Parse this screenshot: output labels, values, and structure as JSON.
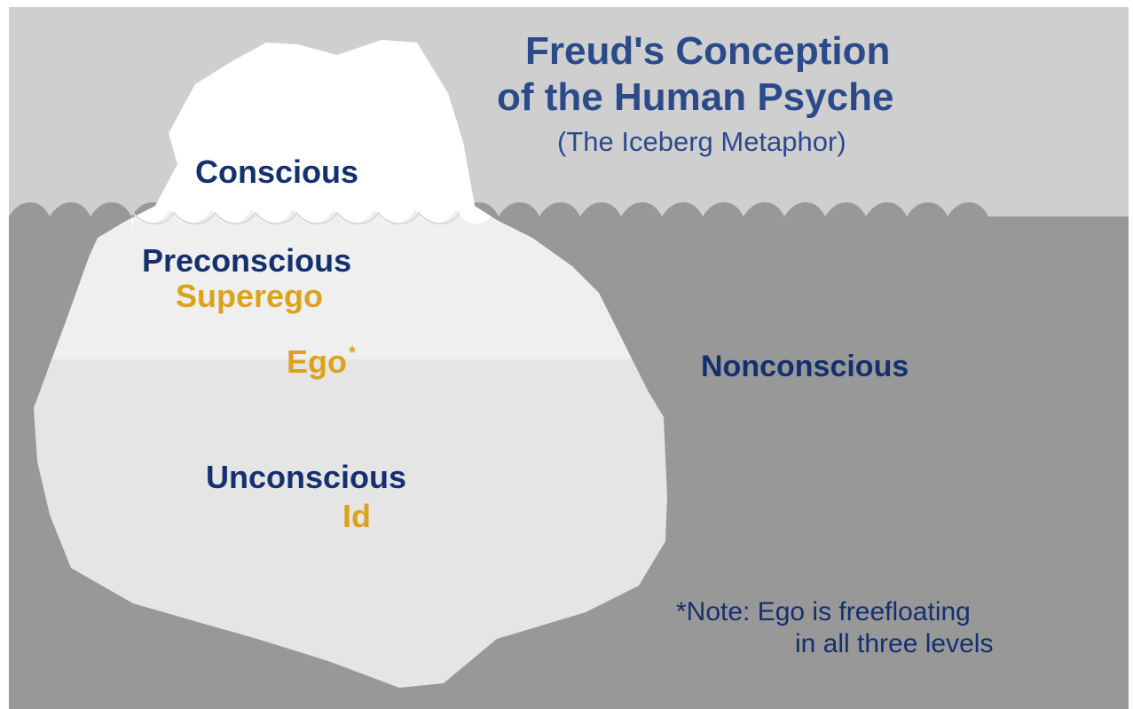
{
  "diagram": {
    "title_line1": "Freud's Conception",
    "title_line2": "of the Human Psyche",
    "subtitle": "(The Iceberg Metaphor)",
    "levels": {
      "conscious": "Conscious",
      "preconscious": "Preconscious",
      "unconscious": "Unconscious",
      "nonconscious": "Nonconscious"
    },
    "structures": {
      "superego": "Superego",
      "ego": "Ego",
      "ego_marker": "*",
      "id": "Id"
    },
    "note": {
      "line1": "*Note: Ego is freefloating",
      "line2": "in all three levels"
    },
    "colors": {
      "sky": "#cccccc",
      "water": "#999999",
      "ice_top": "#ffffff",
      "ice_mid": "#eeeeee",
      "ice_low": "#e4e4e4",
      "level_text": "#15306e",
      "structure_text": "#dca21c"
    }
  }
}
